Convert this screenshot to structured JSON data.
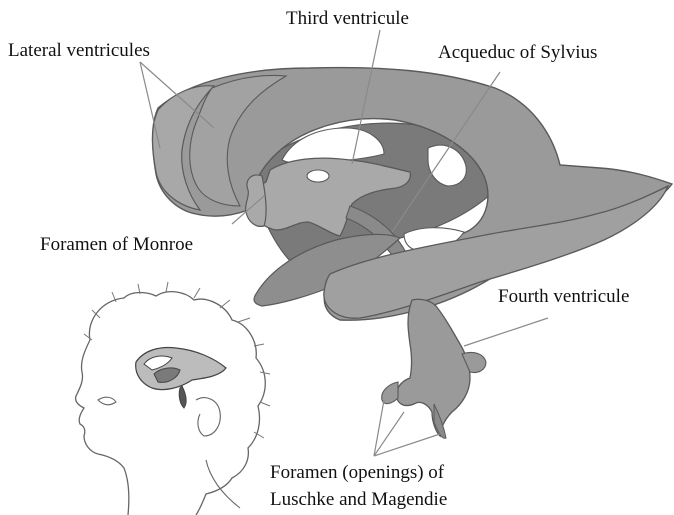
{
  "labels": {
    "lateral": "Lateral ventricules",
    "third": "Third ventricule",
    "aqueduct": "Acqueduc of Sylvius",
    "monroe": "Foramen of Monroe",
    "fourth": "Fourth  ventricule",
    "luschka_line1": "Foramen (openings) of",
    "luschka_line2": "Luschke and Magendie"
  },
  "colors": {
    "ventricle_fill": "#9a9a9a",
    "ventricle_dark": "#6e6e6e",
    "outline": "#555555",
    "leader_line": "#888888",
    "text": "#111111"
  },
  "icons": {
    "head": "child-head-outline-icon",
    "mini_ventricles": "mini-ventricle-icon"
  }
}
